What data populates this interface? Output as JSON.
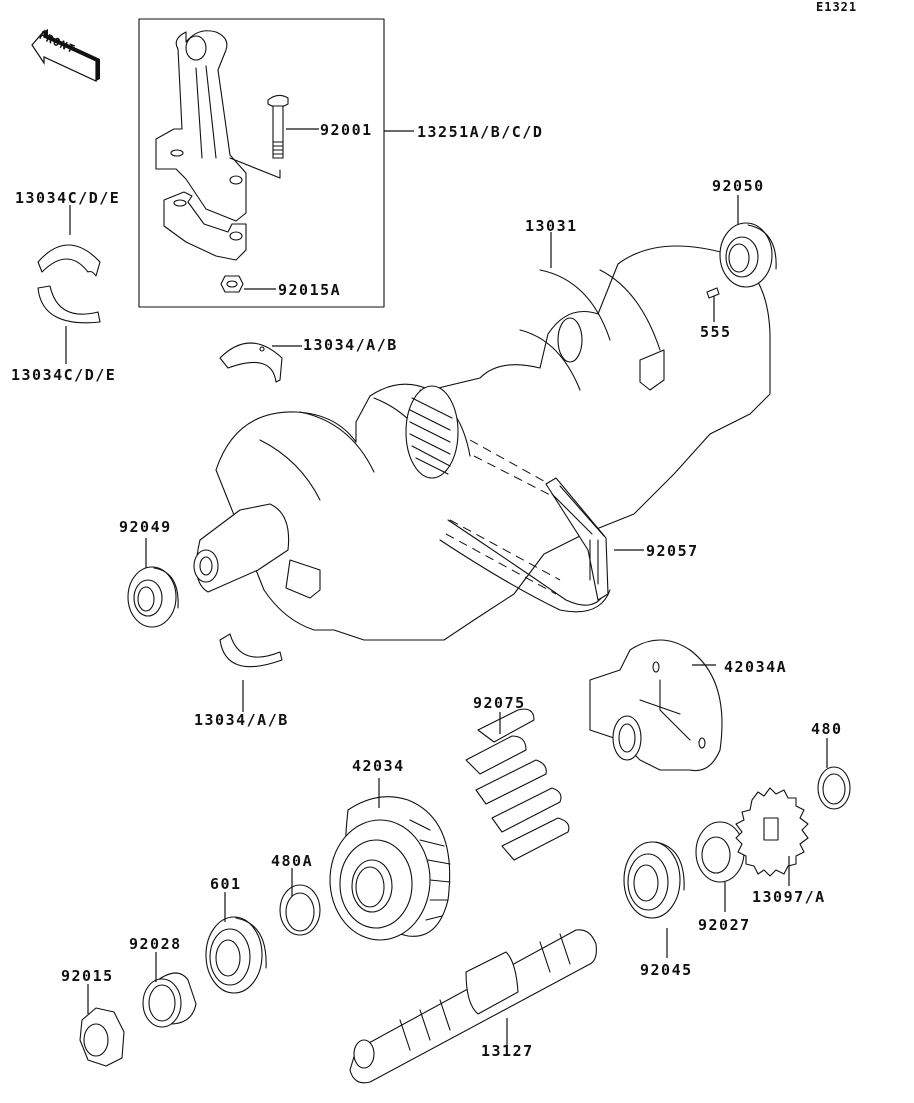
{
  "diagram_code": "E1321",
  "front_indicator": "FRONT",
  "callouts": {
    "conrod_assembly": "13251A/B/C/D",
    "conrod_bolt": "92001",
    "conrod_nut": "92015A",
    "conrod_bearing_upper": "13034C/D/E",
    "conrod_bearing_lower": "13034C/D/E",
    "main_bearing_upper": "13034/A/B",
    "main_bearing_lower": "13034/A/B",
    "crankshaft": "13031",
    "oil_seal_right": "92050",
    "pin": "555",
    "oil_seal_left": "92049",
    "chain": "92057",
    "damper_hub": "42034A",
    "damper_rubbers": "92075",
    "primary_gear": "42034",
    "circlip_right": "480",
    "sprocket": "13097/A",
    "collar_right": "92027",
    "bearing_right": "92045",
    "circlip_left": "480A",
    "bearing_left": "601",
    "collar_left": "92028",
    "nut": "92015",
    "shaft": "13127"
  }
}
